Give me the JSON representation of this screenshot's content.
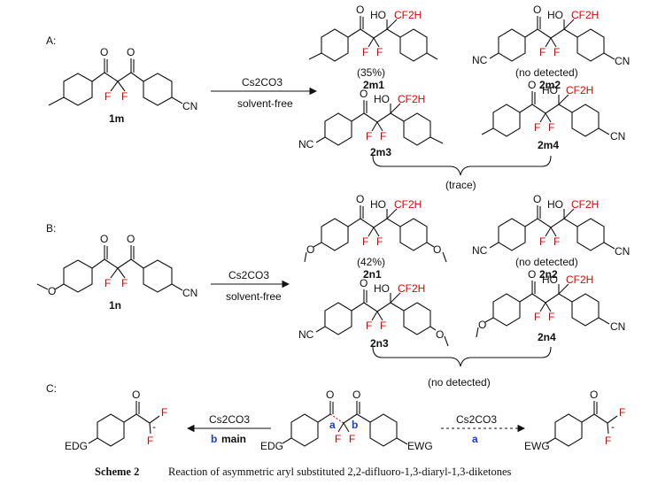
{
  "sections": {
    "A": {
      "label": "A:",
      "reactant_id": "1m",
      "reactant_substituents": [
        "",
        "CN"
      ],
      "reagent": "Cs2CO3",
      "conditions": "solvent-free",
      "products": [
        {
          "id": "2m1",
          "yield": "(35%)",
          "substituents": [
            "",
            ""
          ]
        },
        {
          "id": "2m2",
          "yield": "(no detected)",
          "substituents": [
            "NC",
            "CN"
          ]
        },
        {
          "id": "2m3",
          "substituents": [
            "NC",
            ""
          ]
        },
        {
          "id": "2m4",
          "substituents": [
            "",
            "CN"
          ]
        }
      ],
      "group_note": "(trace)"
    },
    "B": {
      "label": "B:",
      "reactant_id": "1n",
      "reactant_substituents": [
        "O",
        "CN"
      ],
      "reagent": "Cs2CO3",
      "conditions": "solvent-free",
      "products": [
        {
          "id": "2n1",
          "yield": "(42%)",
          "substituents": [
            "O",
            "O"
          ]
        },
        {
          "id": "2n2",
          "yield": "(no detected)",
          "substituents": [
            "NC",
            "CN"
          ]
        },
        {
          "id": "2n3",
          "substituents": [
            "NC",
            "O"
          ]
        },
        {
          "id": "2n4",
          "substituents": [
            "O",
            "CN"
          ]
        }
      ],
      "group_note": "(no detected)"
    },
    "C": {
      "label": "C:",
      "left_product_substituent": "EDG",
      "center_substituents": [
        "EDG",
        "EWG"
      ],
      "right_product_substituent": "EWG",
      "left_reagent": "Cs2CO3",
      "left_path": "b",
      "left_path_note": "main",
      "right_reagent": "Cs2CO3",
      "right_path": "a",
      "cleavage_labels": [
        "a",
        "b"
      ]
    }
  },
  "atoms": {
    "O": "O",
    "HO": "HO",
    "CF2H": "CF2H",
    "F": "F",
    "minus": "-"
  },
  "caption": {
    "label": "Scheme 2",
    "text": "Reaction of asymmetric aryl substituted 2,2-difluoro-1,3-diaryl-1,3-diketones"
  },
  "colors": {
    "fluorine": "#e00000",
    "path_label": "#1a3bd8",
    "ink": "#111111"
  }
}
